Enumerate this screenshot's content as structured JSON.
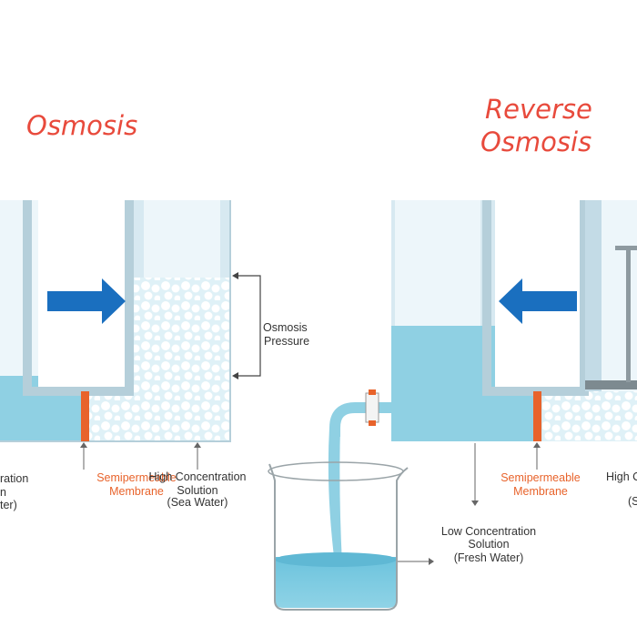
{
  "titles": {
    "osmosis": "Osmosis",
    "reverse_line1": "Reverse",
    "reverse_line2": "Osmosis"
  },
  "left_diagram": {
    "left_label_fragment": [
      "ration",
      "n",
      "ter)"
    ],
    "membrane_label": [
      "Semipermeable",
      "Membrane"
    ],
    "high_label": [
      "High Concentration",
      "Solution",
      "(Sea Water)"
    ],
    "pressure_label": [
      "Osmosis",
      "Pressure"
    ]
  },
  "right_diagram": {
    "membrane_label": [
      "Semipermeable",
      "Membrane"
    ],
    "high_label_fragment": [
      "High C",
      "(S"
    ],
    "low_label": [
      "Low Concentration",
      "Solution",
      "(Fresh Water)"
    ]
  },
  "colors": {
    "title": "#e84a3c",
    "water": "#8fd0e3",
    "container_wall": "#cfe3ec",
    "membrane": "#e8632b",
    "arrow": "#1a6fbf",
    "text": "#333333"
  }
}
